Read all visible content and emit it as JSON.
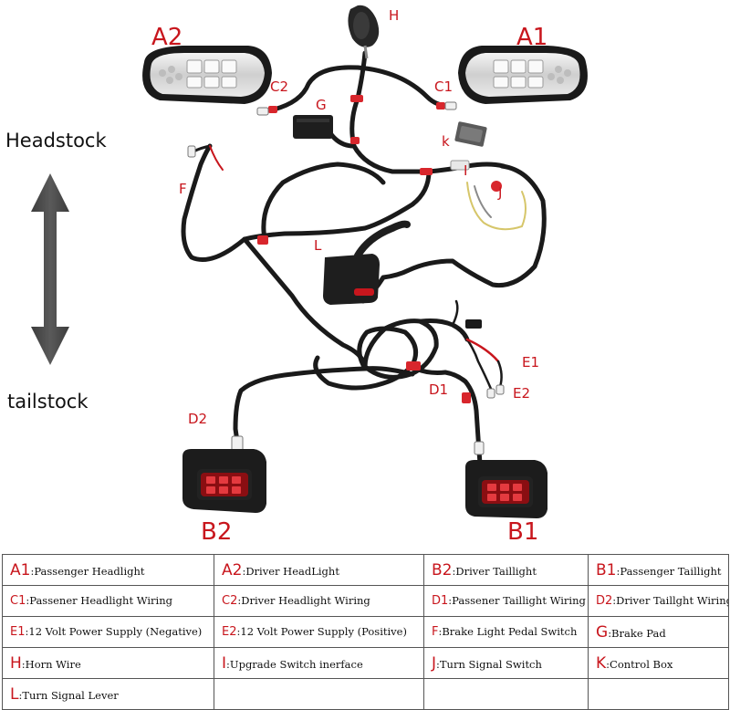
{
  "labels": {
    "headstock": "Headstock",
    "tailstock": "tailstock",
    "A1": "A1",
    "A2": "A2",
    "B1": "B1",
    "B2": "B2",
    "C1": "C1",
    "C2": "C2",
    "D1": "D1",
    "D2": "D2",
    "E1": "E1",
    "E2": "E2",
    "F": "F",
    "G": "G",
    "H": "H",
    "I": "I",
    "J": "J",
    "K": "k",
    "L": "L"
  },
  "legend": [
    [
      {
        "code": "A1",
        "text": ":Passenger Headlight"
      },
      {
        "code": "A2",
        "text": ":Driver HeadLight"
      },
      {
        "code": "B2",
        "text": ":Driver Taillight"
      },
      {
        "code": "B1",
        "text": ":Passenger Taillight"
      }
    ],
    [
      {
        "code": "C1",
        "text": ":Passener Headlight Wiring"
      },
      {
        "code": "C2",
        "text": ":Driver Headlight Wiring"
      },
      {
        "code": "D1",
        "text": ":Passener Taillight Wiring"
      },
      {
        "code": "D2",
        "text": ":Driver Taillght Wiring"
      }
    ],
    [
      {
        "code": "E1",
        "text": ":12 Volt Power Supply (Negative)"
      },
      {
        "code": "E2",
        "text": ":12 Volt Power Supply (Positive)"
      },
      {
        "code": "F",
        "text": ":Brake Light Pedal Switch"
      },
      {
        "code": "G",
        "text": ":Brake Pad"
      }
    ],
    [
      {
        "code": "H",
        "text": ":Horn Wire"
      },
      {
        "code": "I",
        "text": ":Upgrade Switch inerface"
      },
      {
        "code": "J",
        "text": ":Turn Signal Switch"
      },
      {
        "code": "K",
        "text": ":Control Box"
      }
    ],
    [
      {
        "code": "L",
        "text": ":Turn Signal Lever"
      },
      {
        "code": "",
        "text": ""
      },
      {
        "code": "",
        "text": ""
      },
      {
        "code": "",
        "text": ""
      }
    ]
  ],
  "colors": {
    "label_red": "#c8161d",
    "wire": "#1a1a1a",
    "connector_red": "#d8262c",
    "arrow": "#4a4a4a",
    "border": "#555555"
  }
}
